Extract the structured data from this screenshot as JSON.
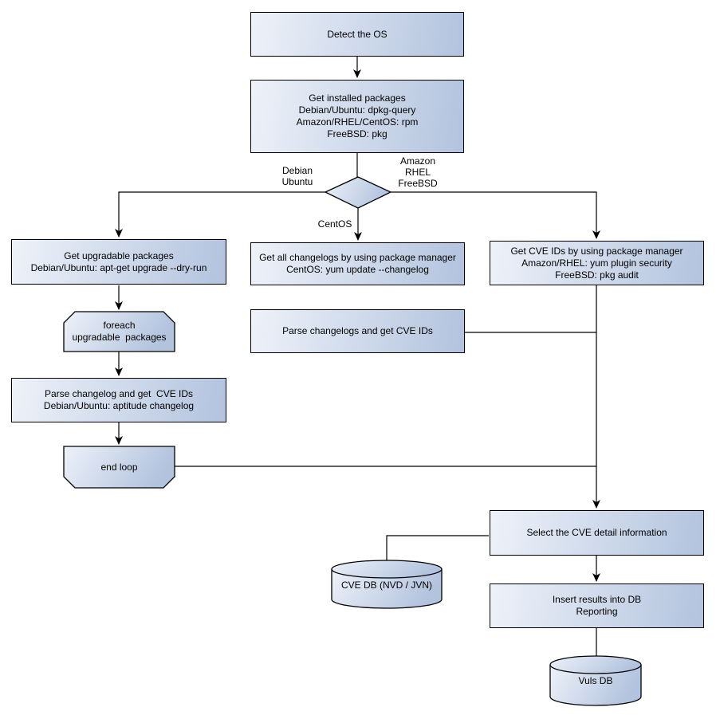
{
  "title": "Vulnerability scan flowchart",
  "colors": {
    "node_gradient_light": "#eef2f9",
    "node_gradient_dark": "#b2c3de",
    "node_border": "#000000",
    "connector": "#000000",
    "background": "#ffffff"
  },
  "nodes": {
    "detect_os": "Detect the OS",
    "get_installed_packages": "Get installed packages\nDebian/Ubuntu: dpkg-query\nAmazon/RHEL/CentOS: rpm\nFreeBSD: pkg",
    "get_upgradable_packages": "Get upgradable packages\nDebian/Ubuntu: apt-get upgrade --dry-run",
    "foreach_loop_start": "foreach\nupgradable  packages",
    "parse_changelog_debian": "Parse changelog and get  CVE IDs\nDebian/Ubuntu: aptitude changelog",
    "end_loop": "end loop",
    "get_all_changelogs": "Get all changelogs by using package manager\nCentOS: yum update --changelog",
    "parse_changelogs_centos": "Parse changelogs and get CVE IDs",
    "get_cve_ids_pkg_manager": "Get CVE IDs by using package manager\nAmazon/RHEL: yum plugin security\nFreeBSD: pkg audit",
    "select_cve_detail": "Select the CVE detail information",
    "insert_results": "Insert results into DB\nReporting",
    "cve_db": "CVE DB (NVD / JVN)",
    "vuls_db": "Vuls DB"
  },
  "edge_labels": {
    "left_branch": "Debian\nUbuntu",
    "right_branch": "Amazon\nRHEL\nFreeBSD",
    "middle_branch": "CentOS"
  },
  "edges": [
    {
      "from": "detect_os",
      "to": "get_installed_packages",
      "arrow": true
    },
    {
      "from": "get_installed_packages",
      "to": "os_decision",
      "arrow": false
    },
    {
      "from": "os_decision",
      "to": "get_upgradable_packages",
      "label": "Debian\nUbuntu",
      "arrow": true
    },
    {
      "from": "os_decision",
      "to": "get_all_changelogs",
      "label": "CentOS",
      "arrow": true
    },
    {
      "from": "os_decision",
      "to": "get_cve_ids_pkg_manager",
      "label": "Amazon\nRHEL\nFreeBSD",
      "arrow": true
    },
    {
      "from": "get_upgradable_packages",
      "to": "foreach_loop_start",
      "arrow": true
    },
    {
      "from": "foreach_loop_start",
      "to": "parse_changelog_debian",
      "arrow": true
    },
    {
      "from": "parse_changelog_debian",
      "to": "end_loop",
      "arrow": true
    },
    {
      "from": "end_loop",
      "to": "select_cve_detail",
      "arrow": true
    },
    {
      "from": "get_all_changelogs",
      "to": "parse_changelogs_centos",
      "arrow": true
    },
    {
      "from": "parse_changelogs_centos",
      "to": "select_cve_detail",
      "arrow": true
    },
    {
      "from": "get_cve_ids_pkg_manager",
      "to": "select_cve_detail",
      "arrow": true
    },
    {
      "from": "cve_db",
      "to": "select_cve_detail",
      "arrow": false
    },
    {
      "from": "select_cve_detail",
      "to": "insert_results",
      "arrow": true
    },
    {
      "from": "insert_results",
      "to": "vuls_db",
      "arrow": false
    }
  ]
}
